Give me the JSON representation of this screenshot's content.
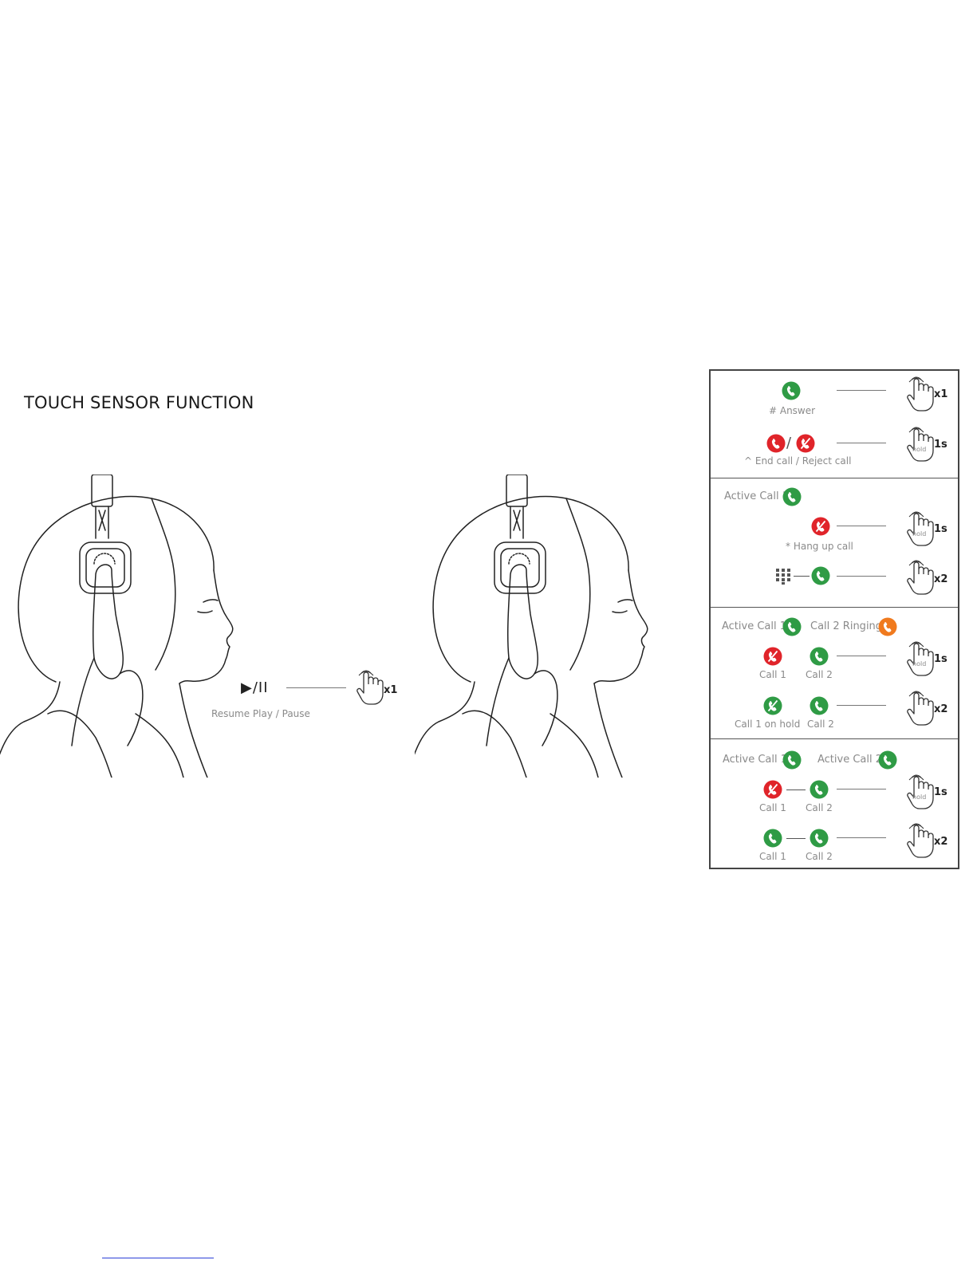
{
  "title": "TOUCH SENSOR FUNCTION",
  "colors": {
    "green": "#2f9b45",
    "red": "#e0242a",
    "orange": "#f07a1e",
    "line": "#555555",
    "text_gray": "#8a8a8a"
  },
  "icons": {
    "phone_icon": "phone-handset-icon",
    "hand_icon": "touch-hand-icon",
    "keypad_icon": "keypad-icon",
    "play_pause_icon": "play-pause-icon"
  },
  "music": {
    "symbol": "▶/II",
    "label": "Resume Play / Pause",
    "gesture": "x1"
  },
  "sections": [
    {
      "rows": [
        {
          "label": "# Answer",
          "gesture": "x1",
          "hold": false
        },
        {
          "label": "^ End call / Reject call",
          "gesture": "1s",
          "hold": true,
          "separator": "/"
        }
      ]
    },
    {
      "header": "Active Call 1",
      "rows": [
        {
          "label": "* Hang up call",
          "gesture": "1s",
          "hold": true
        },
        {
          "label": "",
          "gesture": "x2",
          "hold": false
        }
      ]
    },
    {
      "header": "Active Call 1",
      "header2": "Call 2 Ringing",
      "rows": [
        {
          "left": "Call 1",
          "right": "Call 2",
          "gesture": "1s",
          "hold": true
        },
        {
          "left": "Call 1 on hold",
          "right": "Call 2",
          "gesture": "x2",
          "hold": false
        }
      ]
    },
    {
      "header": "Active Call 1",
      "header2": "Active Call 2",
      "rows": [
        {
          "left": "Call 1",
          "right": "Call 2",
          "gesture": "1s",
          "hold": true
        },
        {
          "left": "Call 1",
          "right": "Call 2",
          "gesture": "x2",
          "hold": false
        }
      ]
    }
  ],
  "hold_text": "hold"
}
